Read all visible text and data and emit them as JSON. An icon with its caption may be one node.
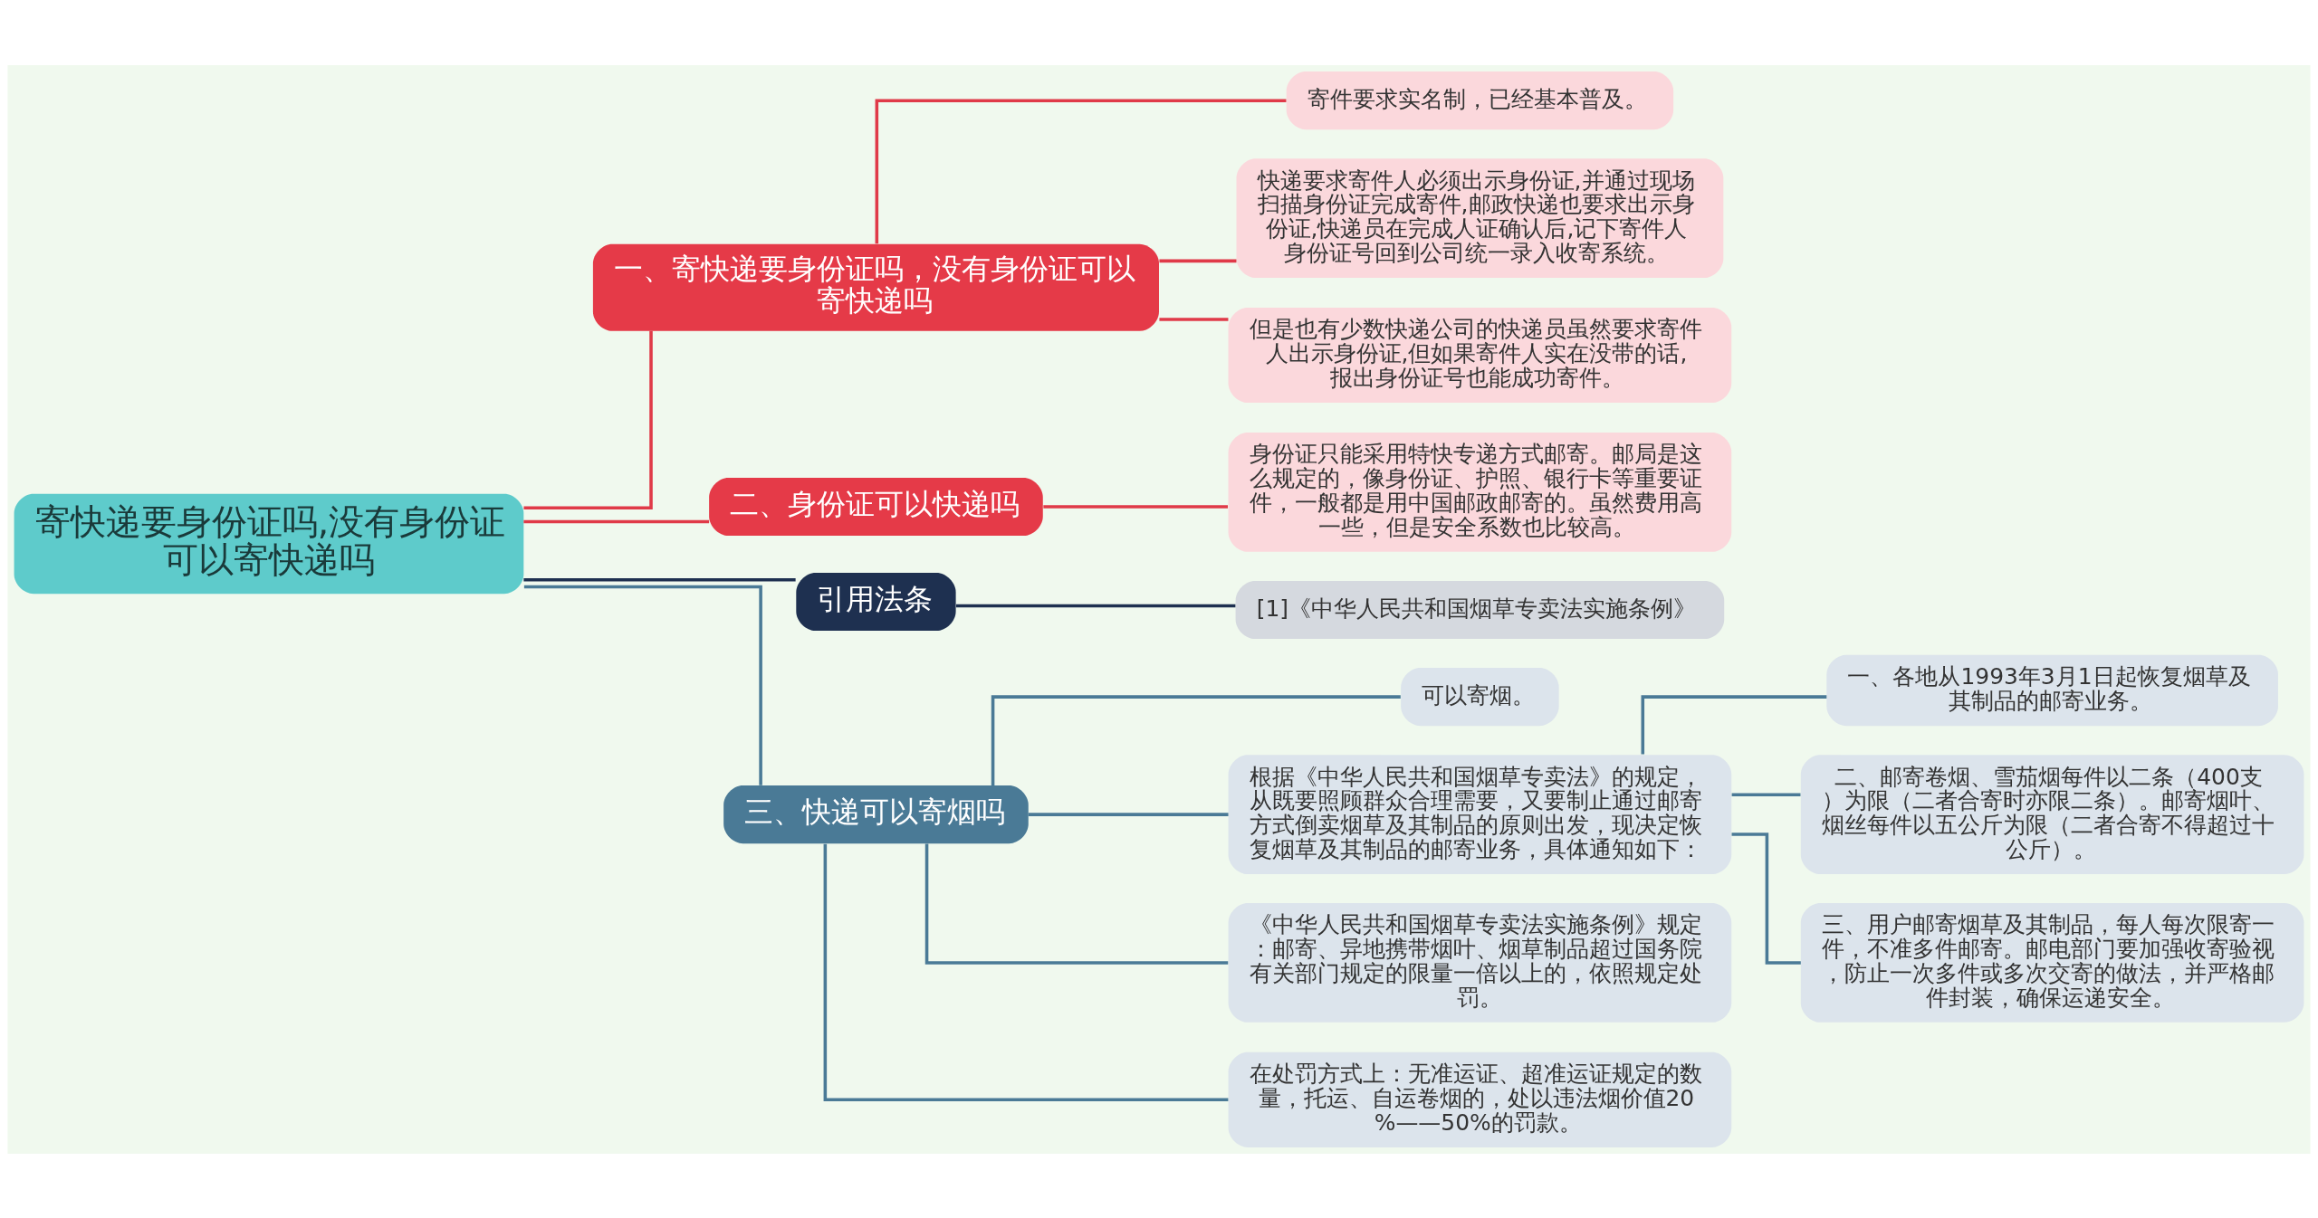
{
  "diagram": {
    "nodes": [
      {
        "text": [
          "寄快递要身份证吗,没有身份证可以寄快递吗"
        ]
      },
      {
        "text": [
          "一、寄快递要身份证吗，没有身份证可以寄快递吗"
        ]
      },
      {
        "text": [
          "寄件要求实名制，已经基本普及。"
        ]
      },
      {
        "text": [
          "快递要求寄件人必须出示身份证,并通过现场扫描身份证完成寄件,邮政快递也要求出示身份证,快递员在完成人证确认后,记下寄件人身份证号回到公司统一录入收寄系统。"
        ]
      },
      {
        "text": [
          "但是也有少数快递公司的快递员虽然要求寄件人出示身份证,但如果寄件人实在没带的话,报出身份证号也能成功寄件。"
        ]
      },
      {
        "text": [
          "二、身份证可以快递吗"
        ]
      },
      {
        "text": [
          "身份证只能采用特快专递方式邮寄。邮局是这么规定的，像身份证、护照、银行卡等重要证件，一般都是用中国邮政邮寄的。虽然费用高一些，但是安全系数也比较高。"
        ]
      },
      {
        "text": [
          "引用法条"
        ]
      },
      {
        "text": [
          "[1]《中华人民共和国烟草专卖法实施条例》"
        ]
      },
      {
        "text": [
          "三、快递可以寄烟吗"
        ]
      },
      {
        "text": [
          "可以寄烟。"
        ]
      },
      {
        "text": [
          "根据《中华人民共和国烟草专卖法》的规定，从既要照顾群众合理需要，又要制止通过邮寄方式倒卖烟草及其制品的原则出发，现决定恢复烟草及其制品的邮寄业务，具体通知如下："
        ]
      },
      {
        "text": [
          "一、各地从1993年3月1日起恢复烟草及其制品的邮寄业务。"
        ]
      },
      {
        "text": [
          "二、邮寄卷烟、雪茄烟每件以二条（400支）为限（二者合寄时亦限二条）。邮寄烟叶、烟丝每件以五公斤为限（二者合寄不得超过十公斤）。"
        ]
      },
      {
        "text": [
          "三、用户邮寄烟草及其制品，每人每次限寄一件，不准多件邮寄。邮电部门要加强收寄验视，防止一次多件或多次交寄的做法，并严格邮件封装，确保运递安全。"
        ]
      },
      {
        "text": [
          "《中华人民共和国烟草专卖法实施条例》规定：邮寄、异地携带烟叶、烟草制品超过国务院有关部门规定的限量一倍以上的，依照规定处罚。"
        ]
      },
      {
        "text": [
          "在处罚方式上：无准运证、超准运证规定的数量，托运、自运卷烟的，处以违法烟价值20%——50%的罚款。"
        ]
      }
    ],
    "edges": [
      {
        "from": 0,
        "to": 1,
        "arrow": "none",
        "color": "#e03a48"
      },
      {
        "from": 1,
        "to": 2,
        "arrow": "none",
        "color": "#e03a48"
      },
      {
        "from": 1,
        "to": 3,
        "arrow": "none",
        "color": "#e03a48"
      },
      {
        "from": 1,
        "to": 4,
        "arrow": "none",
        "color": "#e03a48"
      },
      {
        "from": 0,
        "to": 5,
        "arrow": "none",
        "color": "#e03a48"
      },
      {
        "from": 5,
        "to": 6,
        "arrow": "none",
        "color": "#e03a48"
      },
      {
        "from": 0,
        "to": 7,
        "arrow": "none",
        "color": "#1e3050"
      },
      {
        "from": 7,
        "to": 8,
        "arrow": "none",
        "color": "#1e3050"
      },
      {
        "from": 0,
        "to": 9,
        "arrow": "none"
      },
      {
        "from": 9,
        "to": 10,
        "arrow": "none"
      },
      {
        "from": 9,
        "to": 11,
        "arrow": "none"
      },
      {
        "from": 11,
        "to": 12,
        "arrow": "none"
      },
      {
        "from": 11,
        "to": 13,
        "arrow": "none"
      },
      {
        "from": 11,
        "to": 14,
        "arrow": "none"
      },
      {
        "from": 9,
        "to": 15,
        "arrow": "none"
      },
      {
        "from": 9,
        "to": 16,
        "arrow": "none"
      }
    ]
  }
}
